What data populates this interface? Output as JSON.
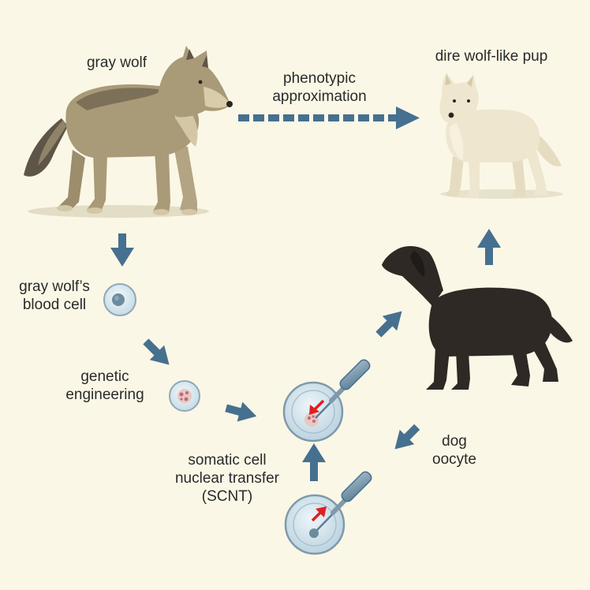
{
  "labels": {
    "gray_wolf": "gray wolf",
    "pup": "dire wolf-like pup",
    "phenotypic_line1": "phenotypic",
    "phenotypic_line2": "approximation",
    "blood_line1": "gray wolf’s",
    "blood_line2": "blood cell",
    "genetic_line1": "genetic",
    "genetic_line2": "engineering",
    "scnt_line1": "somatic cell",
    "scnt_line2": "nuclear transfer",
    "scnt_line3": "(SCNT)",
    "dog_line1": "dog",
    "dog_line2": "oocyte"
  },
  "colors": {
    "background": "#fbf7e6",
    "arrow": "#46708f",
    "wolf_coat": "#a99a78",
    "pup_coat": "#efe6cf",
    "dog_silhouette": "#2e2924",
    "cell_fill": "#dbe8ef",
    "red_arrow": "#e02020"
  }
}
